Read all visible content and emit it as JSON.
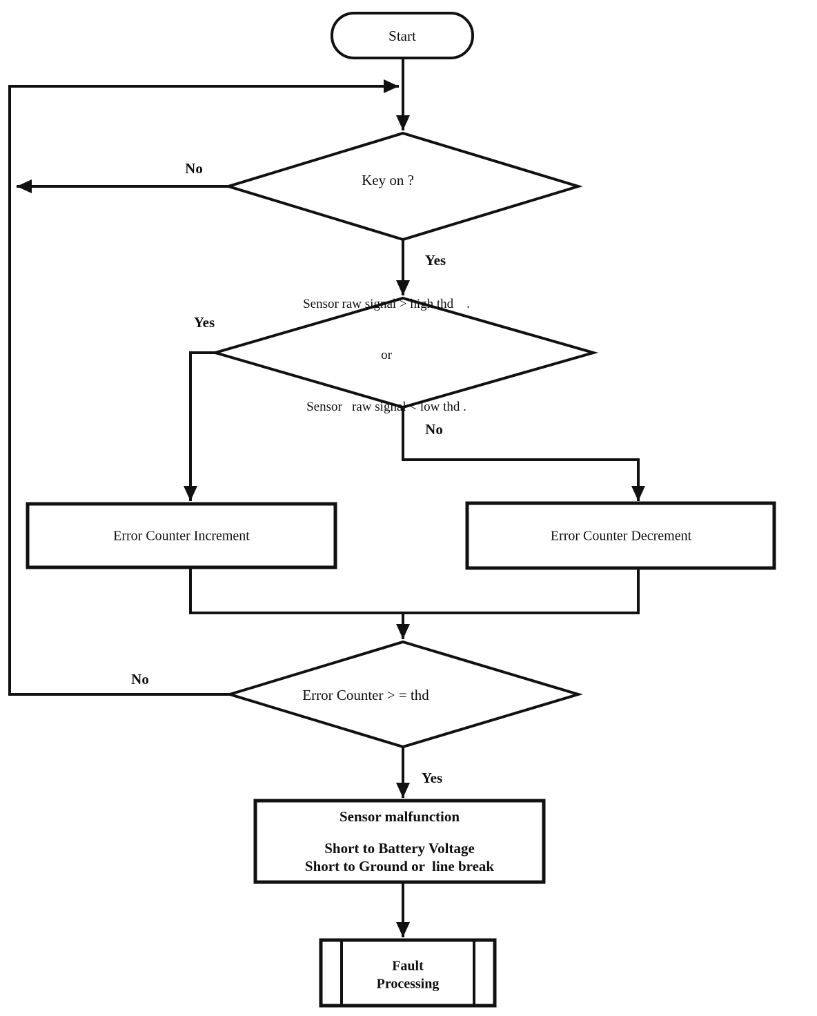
{
  "diagram": {
    "background": "#ffffff",
    "ink": "#111111"
  },
  "nodes": {
    "start": {
      "label": "Start"
    },
    "key_on": {
      "label": "Key on ?"
    },
    "sensor_check": {
      "line1": "Sensor raw signal > high thd    .",
      "line2": "or",
      "line3": "Sensor   raw signal < low thd ."
    },
    "error_increment": {
      "label": "Error Counter Increment"
    },
    "error_decrement": {
      "label": "Error Counter Decrement"
    },
    "error_threshold": {
      "label": "Error Counter > = thd"
    },
    "sensor_malfunction": {
      "line1": "Sensor malfunction",
      "line2": "Short to Battery Voltage",
      "line3": "Short to Ground or  line break"
    },
    "fault_processing": {
      "line1": "Fault",
      "line2": "Processing"
    }
  },
  "edges": {
    "key_on_no": "No",
    "key_on_yes": "Yes",
    "sensor_yes": "Yes",
    "sensor_no": "No",
    "threshold_no": "No",
    "threshold_yes": "Yes"
  }
}
